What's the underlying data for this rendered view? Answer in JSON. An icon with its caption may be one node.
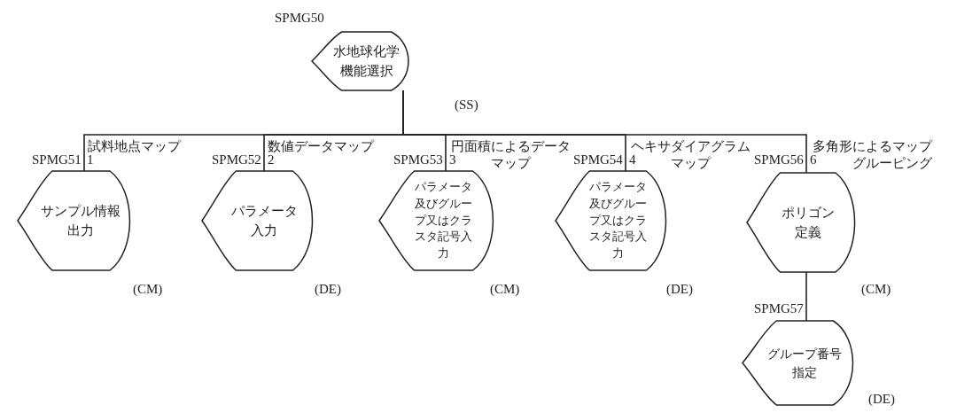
{
  "diagram": {
    "nodes": [
      {
        "text": [
          "水地球化学機能選択"
        ],
        "beside": [
          "SPMG50",
          "(SS)"
        ]
      },
      {
        "text": [
          "サンプル情報出力"
        ],
        "beside": [
          "SPMG51",
          "(CM)"
        ]
      },
      {
        "text": [
          "パラメータ入力"
        ],
        "beside": [
          "SPMG52",
          "(DE)"
        ]
      },
      {
        "text": [
          "パラメータ及びグループ又はクラスタ記号入力"
        ],
        "beside": [
          "SPMG53",
          "(CM)"
        ]
      },
      {
        "text": [
          "パラメータ及びグループ又はクラスタ記号入力"
        ],
        "beside": [
          "SPMG54",
          "(DE)"
        ]
      },
      {
        "text": [
          "ポリゴン定義"
        ],
        "beside": [
          "SPMG56",
          "(CM)"
        ]
      },
      {
        "text": [
          "グループ番号指定"
        ],
        "beside": [
          "SPMG57",
          "(DE)"
        ]
      }
    ],
    "edges": [
      {
        "from": 0,
        "to": 1,
        "arrow": "none",
        "label": "試料地点マップ"
      },
      {
        "from": 0,
        "to": 2,
        "arrow": "none",
        "label": "数値データマップ"
      },
      {
        "from": 0,
        "to": 3,
        "arrow": "none",
        "label": "円面積によるデータマップ"
      },
      {
        "from": 0,
        "to": 4,
        "arrow": "none",
        "label": "ヘキサダイアグラムマップ"
      },
      {
        "from": 0,
        "to": 5,
        "arrow": "none",
        "label": "多角形によるマップグルーピング"
      },
      {
        "from": 5,
        "to": 6,
        "arrow": "none"
      }
    ],
    "labels": [
      "1",
      "2",
      "3",
      "4",
      "6"
    ]
  }
}
